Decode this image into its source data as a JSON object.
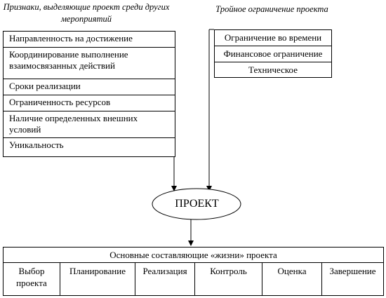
{
  "left_caption": "Признаки, выделяющие проект среди других мероприятий",
  "right_caption": "Тройное ограничение проекта",
  "left_items": [
    "Направленность на достижение",
    "Координирование выполнение взаимосвязанных действий",
    "Сроки реализации",
    "Ограниченность ресурсов",
    "Наличие определенных внешних условий",
    "Уникальность"
  ],
  "right_items": [
    "Ограничение во времени",
    "Финансовое ограничение",
    "Техническое"
  ],
  "center_node": "ПРОЕКТ",
  "bottom_title": "Основные составляющие «жизни» проекта",
  "stages": [
    "Выбор проекта",
    "Планирование",
    "Реализация",
    "Контроль",
    "Оценка",
    "Завершение"
  ]
}
